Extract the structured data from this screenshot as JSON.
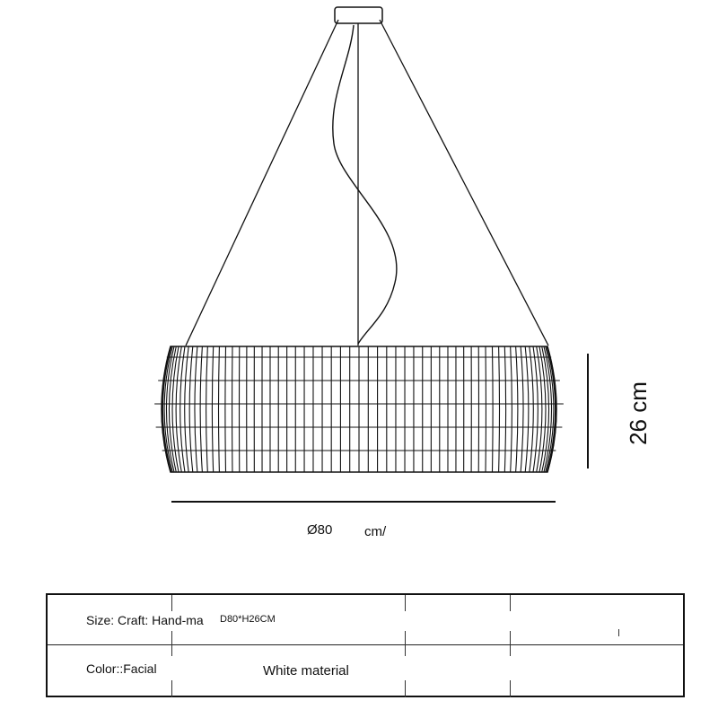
{
  "dimensions": {
    "diameter": "Ø80",
    "diameter_unit": "cm/",
    "height": "26 cm"
  },
  "table": {
    "row1": {
      "label": "Size: Craft: Hand-ma",
      "value": "D80*H26CM"
    },
    "row2": {
      "label": "Color::Facial",
      "value": "White material"
    }
  },
  "colors": {
    "line": "#111111",
    "background": "#ffffff"
  }
}
